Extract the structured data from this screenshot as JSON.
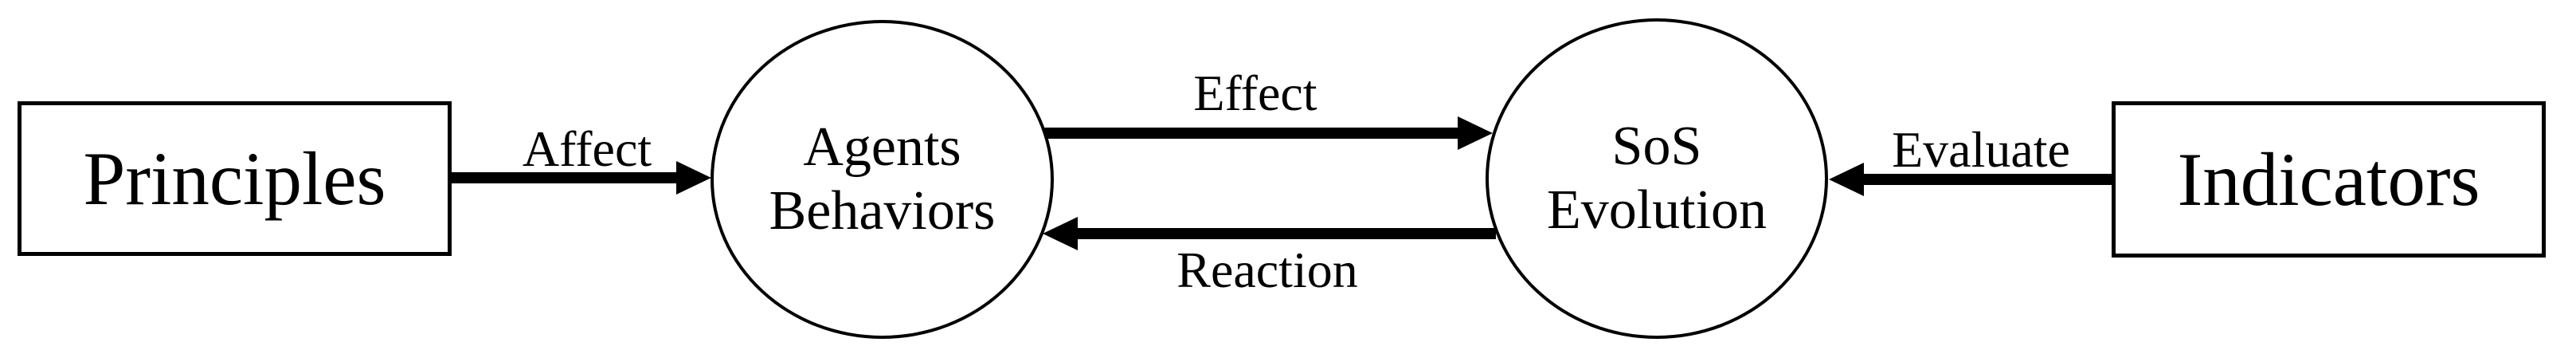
{
  "diagram": {
    "background_color": "#ffffff",
    "stroke_color": "#000000",
    "nodes": [
      {
        "id": "principles",
        "shape": "rectangle",
        "label": "Principles"
      },
      {
        "id": "agents-behaviors",
        "shape": "circle",
        "label": "Agents Behaviors",
        "line1": "Agents",
        "line2": "Behaviors"
      },
      {
        "id": "sos-evolution",
        "shape": "circle",
        "label": "SoS Evolution",
        "line1": "SoS",
        "line2": "Evolution"
      },
      {
        "id": "indicators",
        "shape": "rectangle",
        "label": "Indicators"
      }
    ],
    "edges": [
      {
        "label": "Affect",
        "from": "Principles",
        "to": "Agents Behaviors",
        "direction": "right"
      },
      {
        "label": "Effect",
        "from": "Agents Behaviors",
        "to": "SoS Evolution",
        "direction": "right"
      },
      {
        "label": "Reaction",
        "from": "SoS Evolution",
        "to": "Agents Behaviors",
        "direction": "left"
      },
      {
        "label": "Evaluate",
        "from": "Indicators",
        "to": "SoS Evolution",
        "direction": "left"
      }
    ]
  }
}
